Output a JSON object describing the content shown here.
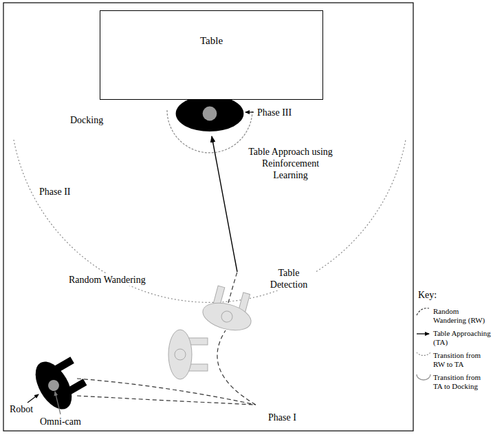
{
  "diagram": {
    "nodes": [
      {
        "text": [
          "Table"
        ]
      }
    ],
    "labels": [
      "Phase III",
      "Docking",
      "Phase II",
      "Table Approach using Reinforcement Learning",
      "Table Detection",
      "Random Wandering",
      "Robot",
      "Omni-cam",
      "Phase I",
      "Key:"
    ],
    "legend": [
      {
        "text": "Random Wandering (RW)"
      },
      {
        "text": "Table Approaching (TA)"
      },
      {
        "text": "Transition from RW to TA"
      },
      {
        "text": "Transition from TA to Docking"
      }
    ]
  }
}
